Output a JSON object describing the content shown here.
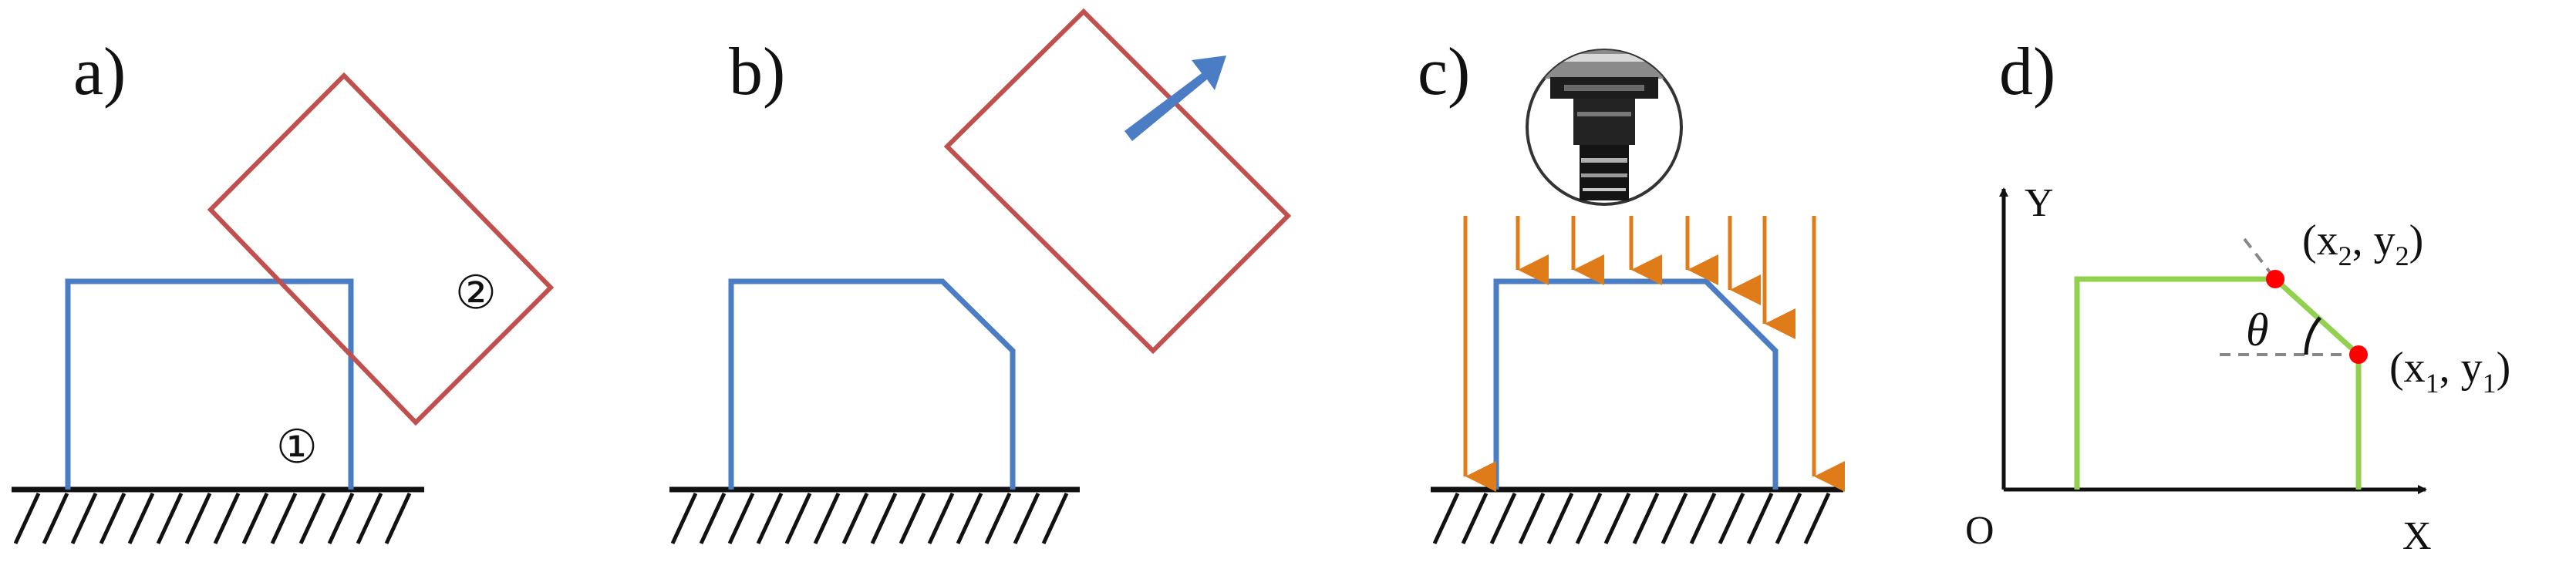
{
  "panels": {
    "a": {
      "label": "a)",
      "marker_1": "①",
      "marker_2": "②"
    },
    "b": {
      "label": "b)"
    },
    "c": {
      "label": "c)"
    },
    "d": {
      "label": "d)",
      "axis_y": "Y",
      "axis_x": "X",
      "origin": "O",
      "point_2": {
        "open": "(x",
        "sub_x": "2",
        "mid": ", y",
        "sub_y": "2",
        "close": ")"
      },
      "point_1": {
        "open": "(x",
        "sub_x": "1",
        "mid": ", y",
        "sub_y": "1",
        "close": ")"
      },
      "angle": "θ"
    }
  },
  "colors": {
    "part": "#4a7dc4",
    "gripper": "#c0504d",
    "light": "#e07b1a",
    "green_profile": "#92d050",
    "point": "#ff0000",
    "ground": "#111111",
    "arrow": "#4a7dc4"
  },
  "icons": [
    "camera-lens-icon",
    "move-arrow-icon",
    "ground-hatch"
  ]
}
